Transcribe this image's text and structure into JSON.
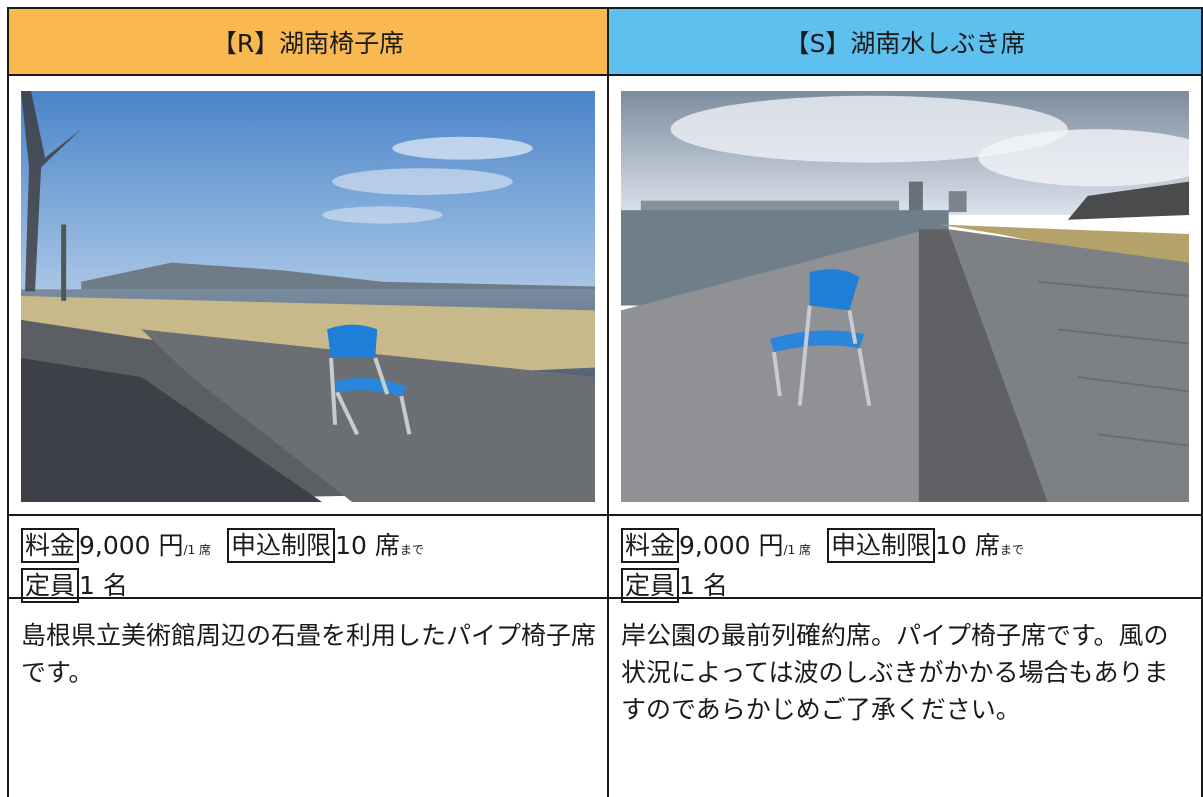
{
  "seats": [
    {
      "title": "【R】湖南椅子席",
      "header_color": "#f9b850",
      "price_label": "料金",
      "price_value": "9,000 円",
      "price_unit": "/1 席",
      "limit_label": "申込制限",
      "limit_value": "10 席",
      "limit_unit": "まで",
      "capacity_label": "定員",
      "capacity_value": "1 名",
      "description": "島根県立美術館周辺の石畳を利用したパイプ椅子席です。"
    },
    {
      "title": "【S】湖南水しぶき席",
      "header_color": "#5ec0ee",
      "price_label": "料金",
      "price_value": "9,000 円",
      "price_unit": "/1 席",
      "limit_label": "申込制限",
      "limit_value": "10 席",
      "limit_unit": "まで",
      "capacity_label": "定員",
      "capacity_value": "1 名",
      "description": "岸公園の最前列確約席。パイプ椅子席です。風の状況によっては波のしぶきがかかる場合もありますのであらかじめご了承ください。"
    }
  ]
}
